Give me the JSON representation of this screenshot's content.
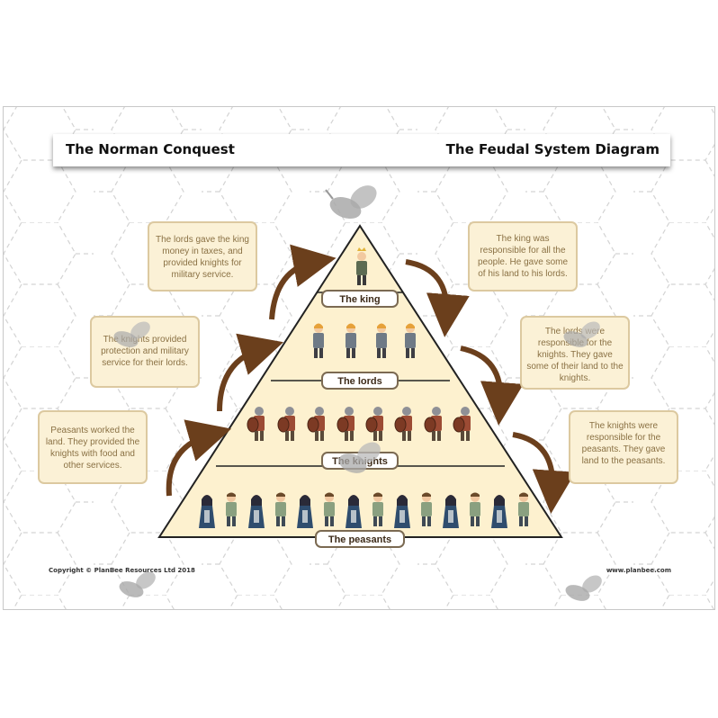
{
  "header": {
    "left_title": "The Norman Conquest",
    "right_title": "The Feudal System Diagram"
  },
  "tiers": {
    "king": "The king",
    "lords": "The lords",
    "knights": "The knights",
    "peasants": "The peasants"
  },
  "notes": {
    "lords_to_king": "The lords gave the king money in taxes, and provided knights for military service.",
    "knights_to_lords": "The knights provided protection and military service for their lords.",
    "peasants_to_knights": "Peasants worked the land. They provided the knights with food and other services.",
    "king_to_lords": "The king was responsible for all the people. He gave some of his land to his lords.",
    "lords_to_knights": "The lords were responsible for the knights. They gave some of their land to the knights.",
    "knights_to_peasants": "The knights were responsible for the peasants. They gave land to the peasants."
  },
  "footer": {
    "copyright": "Copyright © PlanBee Resources Ltd 2018",
    "website": "www.planbee.com"
  },
  "colors": {
    "pyramid_fill": "#fdf1cf",
    "pyramid_stroke": "#222222",
    "arrow": "#6b3f1c",
    "note_fill": "#fbf1d6",
    "note_border": "#dcc9a0"
  },
  "icons": [
    "bee-watermark-icon",
    "curved-arrow-icon",
    "king-figure-icon",
    "lord-figure-icon",
    "knight-figure-icon",
    "peasant-figure-icon"
  ]
}
